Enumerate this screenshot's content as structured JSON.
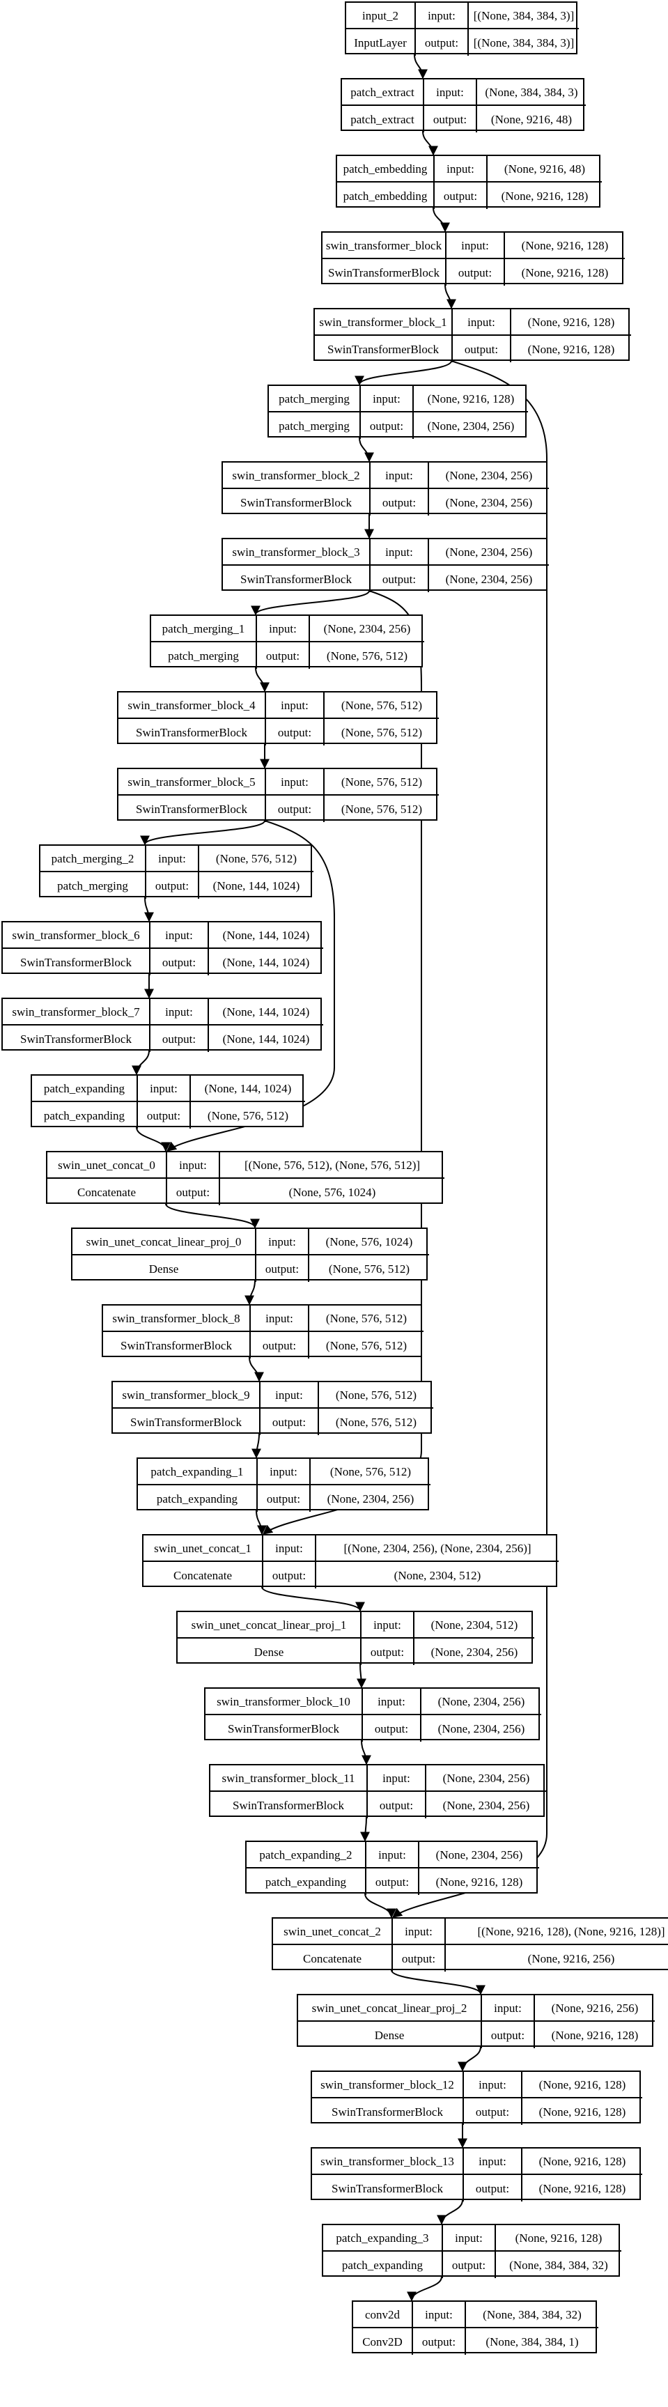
{
  "ports": {
    "input": "input:",
    "output": "output:"
  },
  "nodes": [
    {
      "id": "n0",
      "name": "input_2",
      "type": "InputLayer",
      "in": "[(None, 384, 384, 3)]",
      "out": "[(None, 384, 384, 3)]"
    },
    {
      "id": "n1",
      "name": "patch_extract",
      "type": "patch_extract",
      "in": "(None, 384, 384, 3)",
      "out": "(None, 9216, 48)"
    },
    {
      "id": "n2",
      "name": "patch_embedding",
      "type": "patch_embedding",
      "in": "(None, 9216, 48)",
      "out": "(None, 9216, 128)"
    },
    {
      "id": "n3",
      "name": "swin_transformer_block",
      "type": "SwinTransformerBlock",
      "in": "(None, 9216, 128)",
      "out": "(None, 9216, 128)"
    },
    {
      "id": "n4",
      "name": "swin_transformer_block_1",
      "type": "SwinTransformerBlock",
      "in": "(None, 9216, 128)",
      "out": "(None, 9216, 128)"
    },
    {
      "id": "n5",
      "name": "patch_merging",
      "type": "patch_merging",
      "in": "(None, 9216, 128)",
      "out": "(None, 2304, 256)"
    },
    {
      "id": "n6",
      "name": "swin_transformer_block_2",
      "type": "SwinTransformerBlock",
      "in": "(None, 2304, 256)",
      "out": "(None, 2304, 256)"
    },
    {
      "id": "n7",
      "name": "swin_transformer_block_3",
      "type": "SwinTransformerBlock",
      "in": "(None, 2304, 256)",
      "out": "(None, 2304, 256)"
    },
    {
      "id": "n8",
      "name": "patch_merging_1",
      "type": "patch_merging",
      "in": "(None, 2304, 256)",
      "out": "(None, 576, 512)"
    },
    {
      "id": "n9",
      "name": "swin_transformer_block_4",
      "type": "SwinTransformerBlock",
      "in": "(None, 576, 512)",
      "out": "(None, 576, 512)"
    },
    {
      "id": "n10",
      "name": "swin_transformer_block_5",
      "type": "SwinTransformerBlock",
      "in": "(None, 576, 512)",
      "out": "(None, 576, 512)"
    },
    {
      "id": "n11",
      "name": "patch_merging_2",
      "type": "patch_merging",
      "in": "(None, 576, 512)",
      "out": "(None, 144, 1024)"
    },
    {
      "id": "n12",
      "name": "swin_transformer_block_6",
      "type": "SwinTransformerBlock",
      "in": "(None, 144, 1024)",
      "out": "(None, 144, 1024)"
    },
    {
      "id": "n13",
      "name": "swin_transformer_block_7",
      "type": "SwinTransformerBlock",
      "in": "(None, 144, 1024)",
      "out": "(None, 144, 1024)"
    },
    {
      "id": "n14",
      "name": "patch_expanding",
      "type": "patch_expanding",
      "in": "(None, 144, 1024)",
      "out": "(None, 576, 512)"
    },
    {
      "id": "n15",
      "name": "swin_unet_concat_0",
      "type": "Concatenate",
      "in": "[(None, 576, 512), (None, 576, 512)]",
      "out": "(None, 576, 1024)"
    },
    {
      "id": "n16",
      "name": "swin_unet_concat_linear_proj_0",
      "type": "Dense",
      "in": "(None, 576, 1024)",
      "out": "(None, 576, 512)"
    },
    {
      "id": "n17",
      "name": "swin_transformer_block_8",
      "type": "SwinTransformerBlock",
      "in": "(None, 576, 512)",
      "out": "(None, 576, 512)"
    },
    {
      "id": "n18",
      "name": "swin_transformer_block_9",
      "type": "SwinTransformerBlock",
      "in": "(None, 576, 512)",
      "out": "(None, 576, 512)"
    },
    {
      "id": "n19",
      "name": "patch_expanding_1",
      "type": "patch_expanding",
      "in": "(None, 576, 512)",
      "out": "(None, 2304, 256)"
    },
    {
      "id": "n20",
      "name": "swin_unet_concat_1",
      "type": "Concatenate",
      "in": "[(None, 2304, 256), (None, 2304, 256)]",
      "out": "(None, 2304, 512)"
    },
    {
      "id": "n21",
      "name": "swin_unet_concat_linear_proj_1",
      "type": "Dense",
      "in": "(None, 2304, 512)",
      "out": "(None, 2304, 256)"
    },
    {
      "id": "n22",
      "name": "swin_transformer_block_10",
      "type": "SwinTransformerBlock",
      "in": "(None, 2304, 256)",
      "out": "(None, 2304, 256)"
    },
    {
      "id": "n23",
      "name": "swin_transformer_block_11",
      "type": "SwinTransformerBlock",
      "in": "(None, 2304, 256)",
      "out": "(None, 2304, 256)"
    },
    {
      "id": "n24",
      "name": "patch_expanding_2",
      "type": "patch_expanding",
      "in": "(None, 2304, 256)",
      "out": "(None, 9216, 128)"
    },
    {
      "id": "n25",
      "name": "swin_unet_concat_2",
      "type": "Concatenate",
      "in": "[(None, 9216, 128), (None, 9216, 128)]",
      "out": "(None, 9216, 256)"
    },
    {
      "id": "n26",
      "name": "swin_unet_concat_linear_proj_2",
      "type": "Dense",
      "in": "(None, 9216, 256)",
      "out": "(None, 9216, 128)"
    },
    {
      "id": "n27",
      "name": "swin_transformer_block_12",
      "type": "SwinTransformerBlock",
      "in": "(None, 9216, 128)",
      "out": "(None, 9216, 128)"
    },
    {
      "id": "n28",
      "name": "swin_transformer_block_13",
      "type": "SwinTransformerBlock",
      "in": "(None, 9216, 128)",
      "out": "(None, 9216, 128)"
    },
    {
      "id": "n29",
      "name": "patch_expanding_3",
      "type": "patch_expanding",
      "in": "(None, 9216, 128)",
      "out": "(None, 384, 384, 32)"
    },
    {
      "id": "n30",
      "name": "conv2d",
      "type": "Conv2D",
      "in": "(None, 384, 384, 32)",
      "out": "(None, 384, 384, 1)"
    }
  ],
  "edges": [
    [
      "n0",
      "n1"
    ],
    [
      "n1",
      "n2"
    ],
    [
      "n2",
      "n3"
    ],
    [
      "n3",
      "n4"
    ],
    [
      "n4",
      "n5"
    ],
    [
      "n4",
      "n25"
    ],
    [
      "n5",
      "n6"
    ],
    [
      "n6",
      "n7"
    ],
    [
      "n7",
      "n8"
    ],
    [
      "n7",
      "n20"
    ],
    [
      "n8",
      "n9"
    ],
    [
      "n9",
      "n10"
    ],
    [
      "n10",
      "n11"
    ],
    [
      "n10",
      "n15"
    ],
    [
      "n11",
      "n12"
    ],
    [
      "n12",
      "n13"
    ],
    [
      "n13",
      "n14"
    ],
    [
      "n14",
      "n15"
    ],
    [
      "n15",
      "n16"
    ],
    [
      "n16",
      "n17"
    ],
    [
      "n17",
      "n18"
    ],
    [
      "n18",
      "n19"
    ],
    [
      "n19",
      "n20"
    ],
    [
      "n20",
      "n21"
    ],
    [
      "n21",
      "n22"
    ],
    [
      "n22",
      "n23"
    ],
    [
      "n23",
      "n24"
    ],
    [
      "n24",
      "n25"
    ],
    [
      "n25",
      "n26"
    ],
    [
      "n26",
      "n27"
    ],
    [
      "n27",
      "n28"
    ],
    [
      "n28",
      "n29"
    ],
    [
      "n29",
      "n30"
    ]
  ]
}
